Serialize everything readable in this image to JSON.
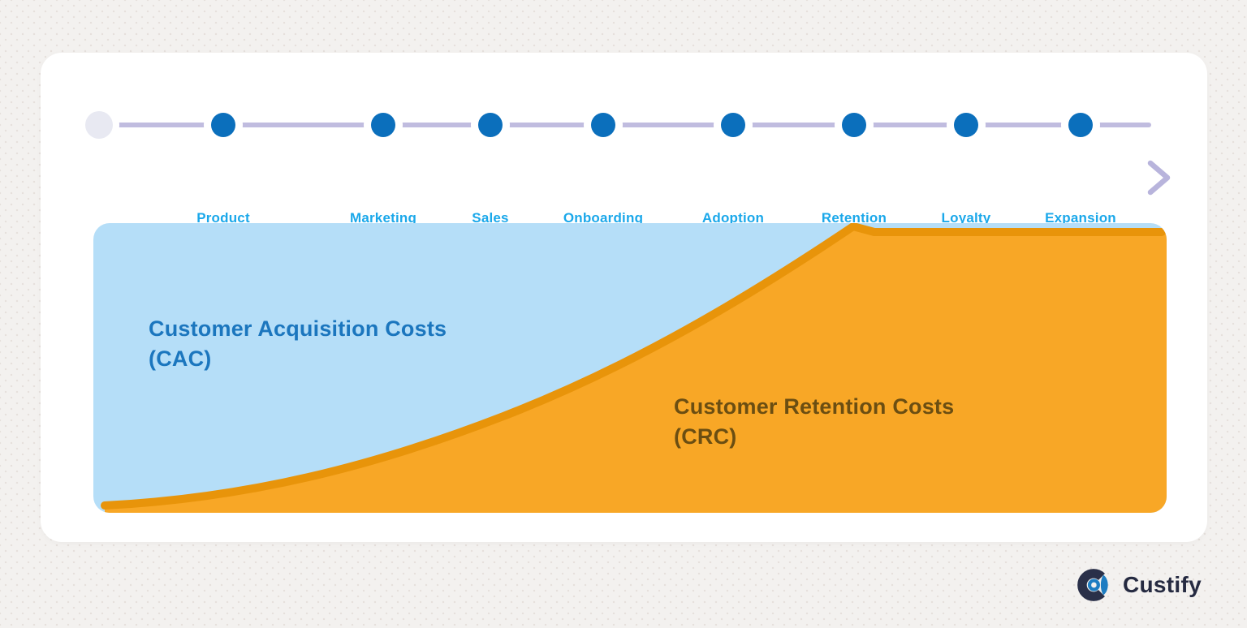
{
  "timeline": {
    "stages": [
      "Product Development",
      "Marketing",
      "Sales",
      "Onboarding",
      "Adoption",
      "Retention",
      "Loyalty",
      "Expansion"
    ]
  },
  "chart": {
    "type": "area",
    "cac": {
      "title": "Customer Acquisition Costs",
      "abbr": "(CAC)"
    },
    "crc": {
      "title": "Customer Retention Costs",
      "abbr": "(CRC)"
    },
    "trend": "CRC area rises from near zero at Product Development to full height at Retention, then stays flat through Expansion"
  },
  "footer": {
    "brand": "Custify"
  },
  "colors": {
    "page_background": "#f3f1ef",
    "card_background": "#ffffff",
    "stage_dot": "#0b6fbc",
    "start_dot": "#e8e9f2",
    "timeline_line": "#c0bcdf",
    "timeline_arrow": "#b8b4dc",
    "stage_label": "#1ba8ea",
    "cac_area": "#b5def8",
    "cac_text": "#1b76be",
    "crc_area": "#f8a726",
    "crc_stroke": "#e8940a",
    "crc_text": "#6b4e12",
    "brand_navy": "#252a41",
    "brand_blue": "#1e7dc2"
  }
}
